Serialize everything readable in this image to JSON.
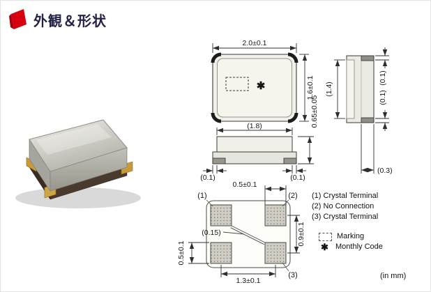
{
  "header": {
    "title": "外観＆形状"
  },
  "views": {
    "top": {
      "dim_width": "2.0±0.1",
      "dim_height": "1.6±0.1",
      "marking_symbol": "✱"
    },
    "front": {
      "dim_lid": "(1.8)",
      "dim_thickness": "0.65±0.05",
      "dim_offset_left": "(0.1)",
      "dim_offset_right": "(0.1)"
    },
    "side": {
      "dim_lid_width": "(1.4)",
      "dim_offset_top": "(0.1)",
      "dim_offset_bottom": "(0.1)",
      "dim_terminal": "(0.3)"
    },
    "bottom": {
      "pin1": "(1)",
      "pin2": "(2)",
      "pin3": "(3)",
      "dim_pad_width": "0.5±0.1",
      "dim_pad_height": "0.5±0.1",
      "dim_pitch_vertical": "0.9±0.1",
      "dim_pitch_horizontal": "1.3±0.1",
      "dim_gap": "(0.15)"
    }
  },
  "legend": {
    "terminals": [
      "(1) Crystal Terminal",
      "(2) No Connection",
      "(3) Crystal Terminal"
    ],
    "marking_label": "Marking",
    "monthly_symbol": "✱",
    "monthly_label": "Monthly Code",
    "units": "(in mm)"
  },
  "colors": {
    "accent_red": "#d7000f",
    "title_navy": "#232349",
    "drawing_line": "#2f2f2f"
  }
}
